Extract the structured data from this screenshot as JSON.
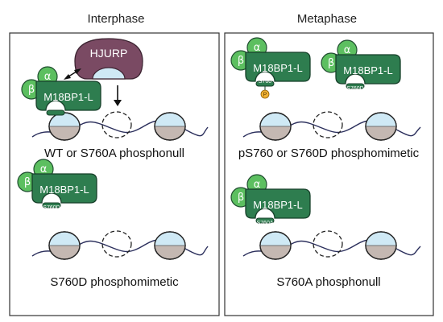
{
  "panels": {
    "interphase": {
      "title": "Interphase"
    },
    "metaphase": {
      "title": "Metaphase"
    }
  },
  "labels": {
    "alpha": "α",
    "beta": "β",
    "complex": "M18BP1-L",
    "hjurp": "HJURP",
    "site_s760": "S760",
    "site_s760d": "S760D",
    "site_s760a": "S760A",
    "phospho": "P"
  },
  "captions": {
    "wt_phosphonull": "WT or S760A phosphonull",
    "s760d_phosphomimetic": "S760D phosphomimetic",
    "ps760_phosphomimetic": "pS760 or S760D phosphomimetic",
    "s760a_phosphonull": "S760A phosphonull"
  },
  "colors": {
    "dark_green": "#2e7d4f",
    "light_green": "#5cbf60",
    "hjurp": "#7a4a63",
    "cenpa_blue": "#cfe9f5",
    "h3_gray": "#c4b8b2",
    "dna": "#2b2f5c",
    "phospho": "#f2b233"
  }
}
